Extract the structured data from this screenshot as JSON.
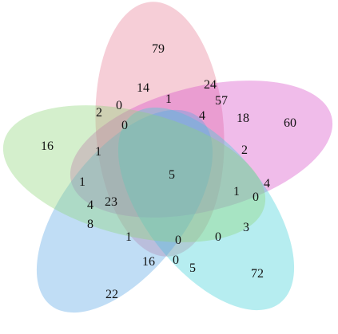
{
  "diagram": {
    "sets": [
      {
        "id": "pink",
        "color": "#e87f96"
      },
      {
        "id": "magenta",
        "color": "#d850c8"
      },
      {
        "id": "cyan",
        "color": "#3fd0d8"
      },
      {
        "id": "blue",
        "color": "#5aa6e6"
      },
      {
        "id": "green",
        "color": "#8ed47a"
      }
    ],
    "counts": {
      "pink_only": "79",
      "magenta_only": "60",
      "green_only": "16",
      "blue_only": "22",
      "cyan_only": "72",
      "r_14": "14",
      "r_24": "24",
      "r_57": "57",
      "r_18": "18",
      "r_2_upper": "2",
      "r_0_a": "0",
      "r_1_a": "1",
      "r_0_b": "0",
      "r_4_a": "4",
      "r_2_right": "2",
      "r_1_b": "1",
      "r_5_center": "5",
      "r_1_c": "1",
      "r_1_d": "1",
      "r_0_c": "0",
      "r_4_b": "4",
      "r_4_c": "4",
      "r_23": "23",
      "r_8": "8",
      "r_3": "3",
      "r_1_e": "1",
      "r_0_d": "0",
      "r_0_e": "0",
      "r_16_inner": "16",
      "r_0_f": "0",
      "r_5_bottom": "5"
    }
  }
}
